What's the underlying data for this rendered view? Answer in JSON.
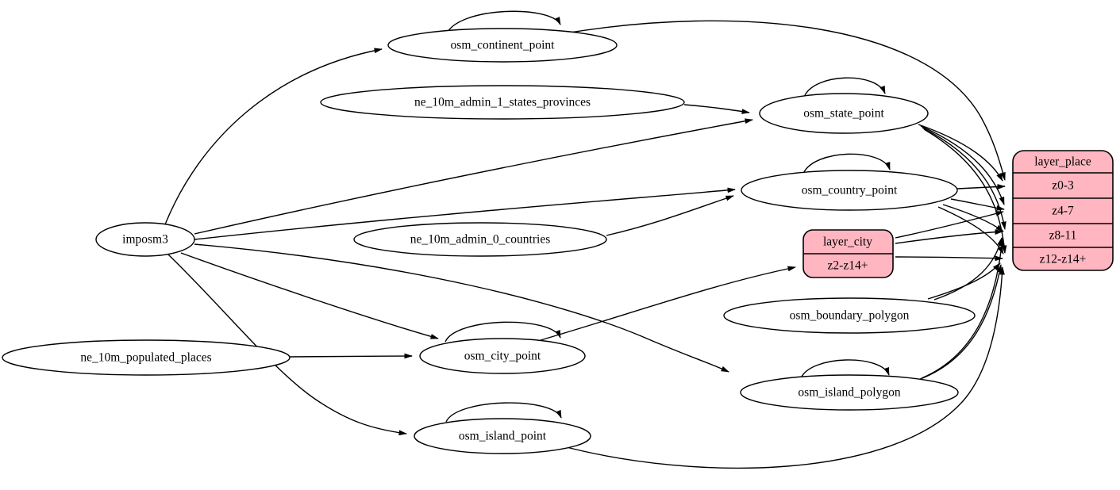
{
  "diagram": {
    "type": "etl-graph",
    "description": "Data flow graph from imposm3 and Natural Earth sources through OSM tables into place/city tile layers"
  },
  "colors": {
    "background": "#ffffff",
    "ellipse_fill": "#ffffff",
    "record_fill": "#ffb6c1",
    "stroke": "#000000"
  },
  "nodes": {
    "imposm3": {
      "label": "imposm3"
    },
    "osm_continent_point": {
      "label": "osm_continent_point"
    },
    "ne_10m_admin_1_states_provinces": {
      "label": "ne_10m_admin_1_states_provinces"
    },
    "osm_state_point": {
      "label": "osm_state_point"
    },
    "osm_country_point": {
      "label": "osm_country_point"
    },
    "ne_10m_admin_0_countries": {
      "label": "ne_10m_admin_0_countries"
    },
    "ne_10m_populated_places": {
      "label": "ne_10m_populated_places"
    },
    "osm_city_point": {
      "label": "osm_city_point"
    },
    "osm_island_point": {
      "label": "osm_island_point"
    },
    "osm_boundary_polygon": {
      "label": "osm_boundary_polygon"
    },
    "osm_island_polygon": {
      "label": "osm_island_polygon"
    },
    "layer_city": {
      "label": "layer_city",
      "rows": [
        "z2-z14+"
      ]
    },
    "layer_place": {
      "label": "layer_place",
      "rows": [
        "z0-3",
        "z4-7",
        "z8-11",
        "z12-z14+"
      ]
    }
  },
  "edges": [
    {
      "from": "imposm3",
      "to": "osm_continent_point"
    },
    {
      "from": "imposm3",
      "to": "osm_state_point"
    },
    {
      "from": "imposm3",
      "to": "osm_country_point"
    },
    {
      "from": "imposm3",
      "to": "osm_city_point"
    },
    {
      "from": "imposm3",
      "to": "osm_island_point"
    },
    {
      "from": "imposm3",
      "to": "osm_island_polygon"
    },
    {
      "from": "ne_10m_admin_1_states_provinces",
      "to": "osm_state_point"
    },
    {
      "from": "ne_10m_admin_0_countries",
      "to": "osm_country_point"
    },
    {
      "from": "ne_10m_populated_places",
      "to": "osm_city_point"
    },
    {
      "from": "osm_continent_point",
      "to": "osm_continent_point"
    },
    {
      "from": "osm_state_point",
      "to": "osm_state_point"
    },
    {
      "from": "osm_country_point",
      "to": "osm_country_point"
    },
    {
      "from": "osm_city_point",
      "to": "osm_city_point"
    },
    {
      "from": "osm_island_point",
      "to": "osm_island_point"
    },
    {
      "from": "osm_island_polygon",
      "to": "osm_island_polygon"
    },
    {
      "from": "osm_continent_point",
      "to": "layer_place.z0-3"
    },
    {
      "from": "osm_state_point",
      "to": "layer_place.z0-3"
    },
    {
      "from": "osm_state_point",
      "to": "layer_place.z4-7"
    },
    {
      "from": "osm_state_point",
      "to": "layer_place.z8-11"
    },
    {
      "from": "osm_state_point",
      "to": "layer_place.z12-z14+"
    },
    {
      "from": "osm_country_point",
      "to": "layer_place.z0-3"
    },
    {
      "from": "osm_country_point",
      "to": "layer_place.z4-7"
    },
    {
      "from": "osm_country_point",
      "to": "layer_place.z8-11"
    },
    {
      "from": "osm_country_point",
      "to": "layer_place.z12-z14+"
    },
    {
      "from": "osm_city_point",
      "to": "layer_city.z2-z14+"
    },
    {
      "from": "layer_city",
      "to": "layer_place.z4-7"
    },
    {
      "from": "layer_city",
      "to": "layer_place.z8-11"
    },
    {
      "from": "layer_city",
      "to": "layer_place.z12-z14+"
    },
    {
      "from": "osm_boundary_polygon",
      "to": "layer_place.z8-11"
    },
    {
      "from": "osm_boundary_polygon",
      "to": "layer_place.z12-z14+"
    },
    {
      "from": "osm_island_polygon",
      "to": "layer_place.z8-11"
    },
    {
      "from": "osm_island_polygon",
      "to": "layer_place.z12-z14+"
    },
    {
      "from": "osm_island_point",
      "to": "layer_place.z12-z14+"
    }
  ]
}
